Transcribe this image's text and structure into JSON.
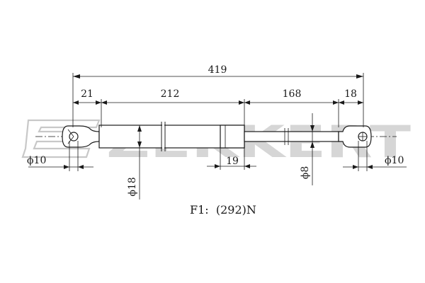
{
  "brand": {
    "watermark": "ZEKKERT"
  },
  "dimensions": {
    "overall_length": "419",
    "left_eye_length": "21",
    "tube_length": "212",
    "rod_length": "168",
    "right_eye_length": "18",
    "collar_length": "19",
    "left_eye_diameter": "ϕ10",
    "right_eye_diameter": "ϕ10",
    "tube_diameter": "ϕ18",
    "rod_diameter": "ϕ8"
  },
  "specs": {
    "force": "F1:  (292)N"
  },
  "colors": {
    "line": "#1a1a1a",
    "watermark": "#d6d6d6"
  }
}
